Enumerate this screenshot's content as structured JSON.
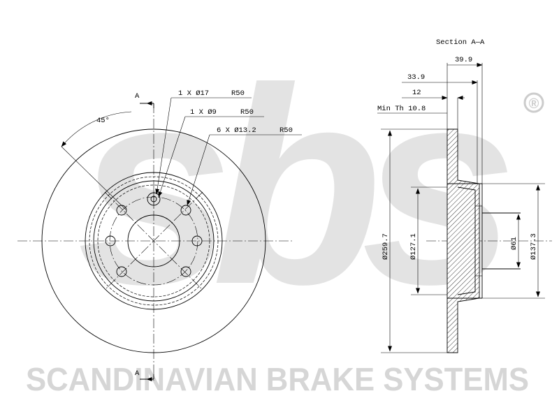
{
  "watermark": {
    "logo_text": "sbs",
    "registered_mark": "®",
    "company_name": "SCANDINAVIAN BRAKE SYSTEMS",
    "color": "#d9d9d9"
  },
  "front_view": {
    "section_marker_top": "A",
    "section_marker_bottom": "A",
    "angle_label": "45°",
    "callouts": [
      {
        "count": "1 X Ø17",
        "radius": "R50"
      },
      {
        "count": "1 X Ø9",
        "radius": "R50"
      },
      {
        "count": "6 X Ø13.2",
        "radius": "R50"
      }
    ]
  },
  "section_view": {
    "title": "Section A—A",
    "dimensions": {
      "overall_width": "39.9",
      "hat_depth": "33.9",
      "thickness": "12",
      "min_thickness": "Min Th 10.8",
      "outer_diameter": "Ø259.7",
      "hat_outer_diameter": "Ø127.1",
      "center_bore": "Ø61",
      "hub_diameter": "Ø137.3"
    }
  }
}
